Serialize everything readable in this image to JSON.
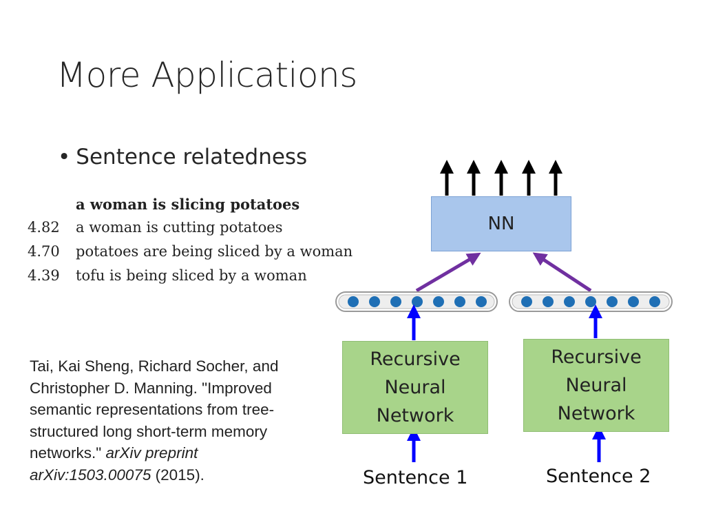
{
  "slide": {
    "title": "More Applications",
    "bullet_symbol": "•",
    "bullet": "Sentence relatedness"
  },
  "examples": {
    "heading": "a woman is slicing potatoes",
    "rows": [
      {
        "score": "4.82",
        "text": "a woman is cutting potatoes"
      },
      {
        "score": "4.70",
        "text": "potatoes are being sliced by a woman"
      },
      {
        "score": "4.39",
        "text": "tofu is being sliced by a woman"
      }
    ]
  },
  "citation": {
    "text": "Tai, Kai Sheng, Richard Socher, and Christopher D. Manning. \"Improved semantic representations from tree-structured long short-term memory networks.\" ",
    "italic": "arXiv preprint arXiv:1503.00075",
    "tail": " (2015)."
  },
  "diagram": {
    "nn_label": "NN",
    "rnn_left_label_lines": [
      "Recursive",
      "Neural",
      "Network"
    ],
    "rnn_right_label_lines": [
      "Recursive",
      "Neural",
      "Network"
    ],
    "sentence1": "Sentence 1",
    "sentence2": "Sentence 2",
    "colors": {
      "nn_box": "#a9c6ec",
      "rnn_box": "#a8d48a",
      "blue_arrow": "#0000ff",
      "purple_arrow": "#7030a0",
      "output_arrow": "#000000",
      "vector_node": "#1f6fb5"
    }
  }
}
